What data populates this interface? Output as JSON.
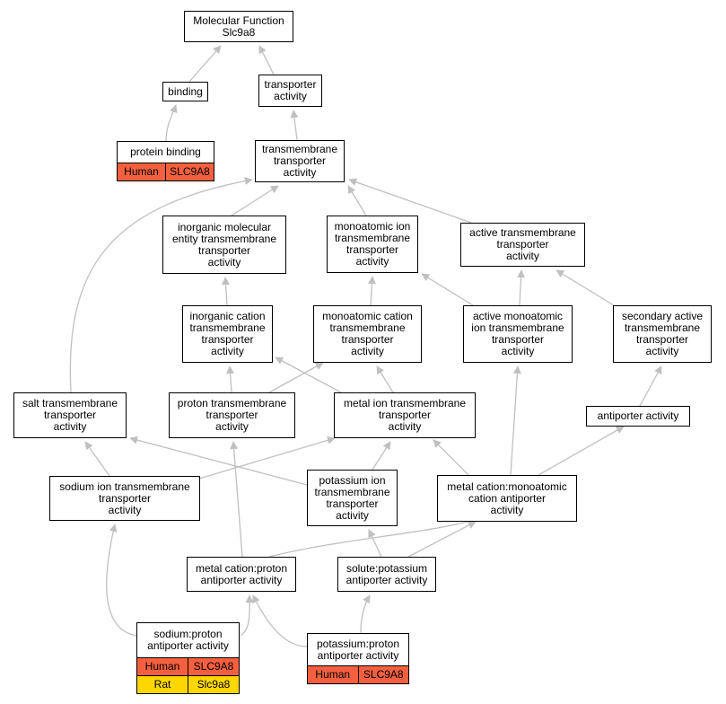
{
  "colors": {
    "edge": "#c0c0c0",
    "human_row": "#f4603f",
    "rat_row": "#ffd700",
    "node_border": "#000000"
  },
  "nodes": {
    "root": "Molecular Function\nSlc9a8",
    "binding": "binding",
    "transporter": "transporter\nactivity",
    "protein_binding": {
      "label": "protein binding",
      "species": [
        {
          "organism": "Human",
          "gene": "SLC9A8"
        }
      ]
    },
    "transmembrane": "transmembrane\ntransporter\nactivity",
    "inorganic_molecular": "inorganic molecular\nentity transmembrane\ntransporter\nactivity",
    "monoatomic_ion": "monoatomic ion\ntransmembrane\ntransporter\nactivity",
    "active_transmembrane": "active transmembrane\ntransporter\nactivity",
    "inorganic_cation": "inorganic cation\ntransmembrane\ntransporter\nactivity",
    "monoatomic_cation": "monoatomic cation\ntransmembrane\ntransporter\nactivity",
    "active_monoatomic": "active monoatomic\nion transmembrane\ntransporter\nactivity",
    "secondary_active": "secondary active\ntransmembrane\ntransporter\nactivity",
    "salt": "salt transmembrane\ntransporter\nactivity",
    "proton": "proton transmembrane\ntransporter\nactivity",
    "metal_ion": "metal ion transmembrane\ntransporter\nactivity",
    "antiporter": "antiporter activity",
    "sodium_ion": "sodium ion transmembrane\ntransporter\nactivity",
    "potassium_ion": "potassium ion\ntransmembrane\ntransporter\nactivity",
    "metal_cation_monoatomic": "metal cation:monoatomic\ncation antiporter\nactivity",
    "metal_cation_proton": "metal cation:proton\nantiporter activity",
    "solute_potassium": "solute:potassium\nantiporter activity",
    "sodium_proton": {
      "label": "sodium:proton\nantiporter activity",
      "species": [
        {
          "organism": "Human",
          "gene": "SLC9A8"
        },
        {
          "organism": "Rat",
          "gene": "Slc9a8"
        }
      ]
    },
    "potassium_proton": {
      "label": "potassium:proton\nantiporter activity",
      "species": [
        {
          "organism": "Human",
          "gene": "SLC9A8"
        }
      ]
    }
  }
}
